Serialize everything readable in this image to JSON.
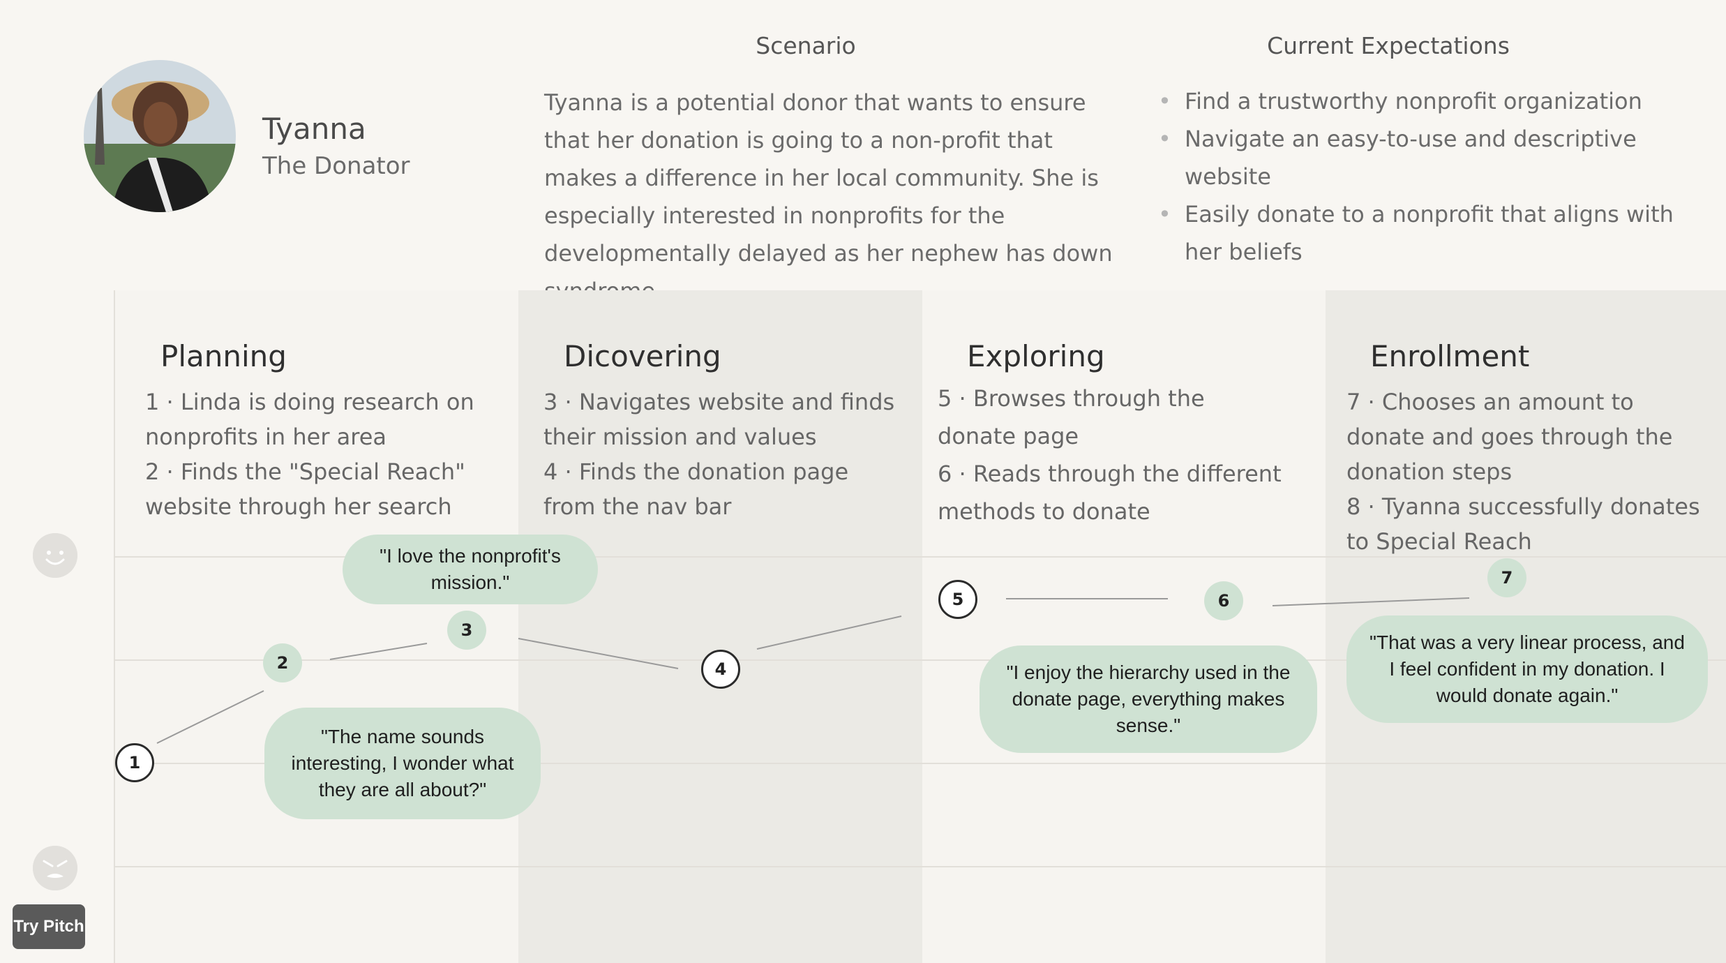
{
  "persona": {
    "name": "Tyanna",
    "role": "The Donator"
  },
  "scenario": {
    "title": "Scenario",
    "text": "Tyanna is a potential donor that wants to ensure that her donation is going to a non-profit that makes a difference in her local community. She is especially interested in nonprofits for the developmentally delayed as her nephew has down syndrome."
  },
  "expectations": {
    "title": "Current Expectations",
    "items": [
      "Find a trustworthy nonprofit organization",
      "Navigate an easy-to-use and descriptive website",
      "Easily donate to a nonprofit that aligns with her beliefs"
    ]
  },
  "stages": [
    {
      "title": "Planning",
      "steps": [
        "1 · Linda is doing research on nonprofits in her area",
        "2 · Finds the \"Special Reach\" website through her search"
      ]
    },
    {
      "title": "Dicovering",
      "steps": [
        "3 · Navigates website and finds their mission and values",
        "4 · Finds the donation page from the nav bar"
      ]
    },
    {
      "title": "Exploring",
      "steps": [
        "5 · Browses through the donate page",
        "6 · Reads through the different methods to donate"
      ]
    },
    {
      "title": "Enrollment",
      "steps": [
        "7 · Chooses an amount to donate and goes through the donation steps",
        "8 · Tyanna successfully donates to Special Reach"
      ]
    }
  ],
  "journey": {
    "nodes": [
      {
        "label": "1",
        "style": "outline"
      },
      {
        "label": "2",
        "style": "filled"
      },
      {
        "label": "3",
        "style": "filled"
      },
      {
        "label": "4",
        "style": "outline"
      },
      {
        "label": "5",
        "style": "outline"
      },
      {
        "label": "6",
        "style": "filled"
      },
      {
        "label": "7",
        "style": "filled"
      }
    ],
    "quotes": [
      "\"I love the nonprofit's mission.\"",
      "\"The name sounds interesting, I wonder what they are all about?\"",
      "\"I enjoy the hierarchy used in the donate page, everything makes sense.\"",
      "\"That was a very linear process, and I feel confident in my donation. I would donate again.\""
    ]
  },
  "colors": {
    "background": "#f8f6f2",
    "column_shade": "#ebeae5",
    "bubble": "#cfe2d3"
  },
  "icons": {
    "happy": "smiling-face-icon",
    "angry": "angry-face-icon"
  },
  "badge": {
    "label": "Try Pitch"
  }
}
